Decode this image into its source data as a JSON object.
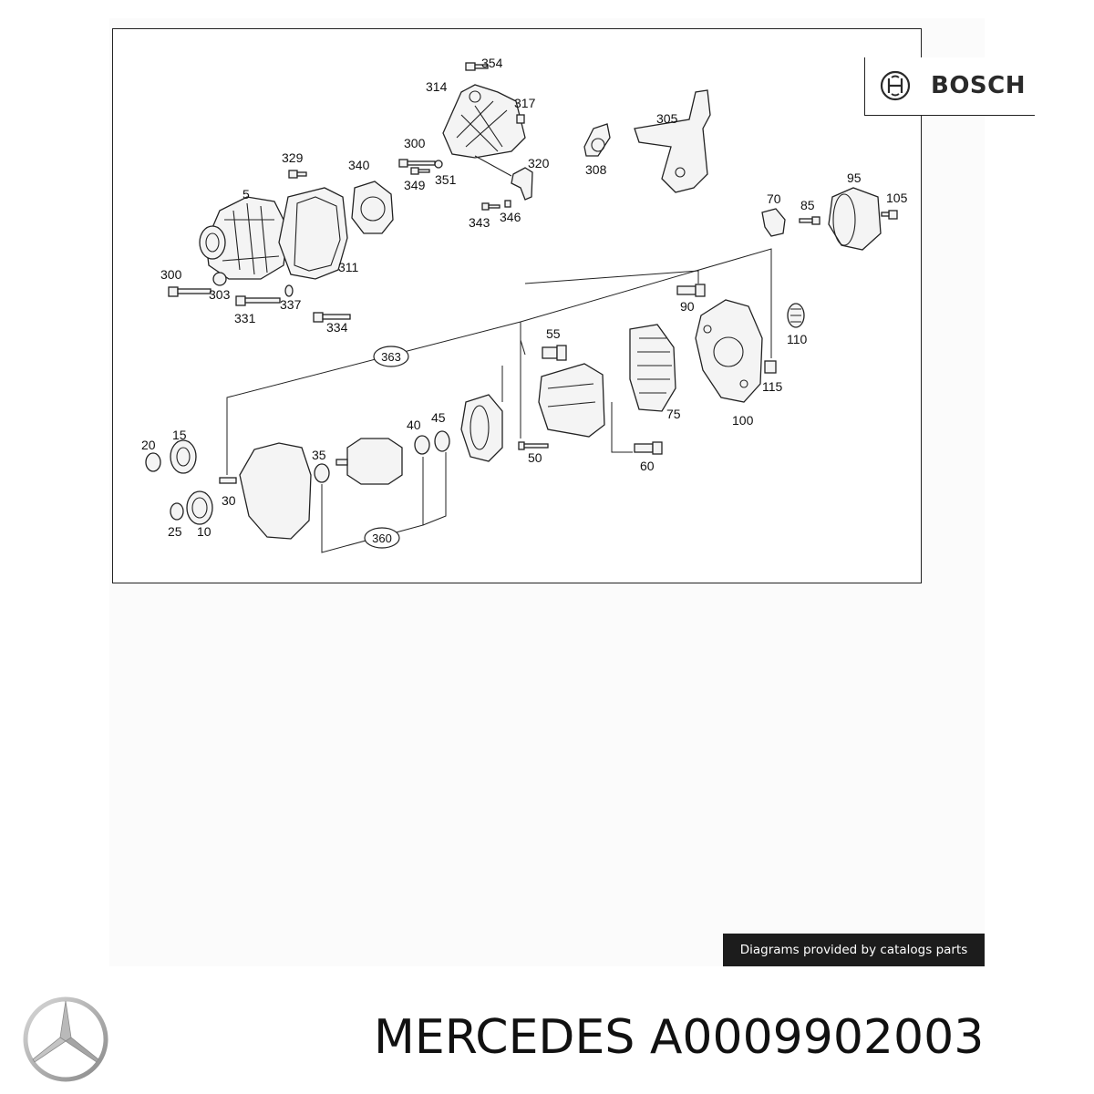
{
  "diagram": {
    "brand": "BOSCH",
    "callouts": {
      "354": "354",
      "314": "314",
      "317": "317",
      "300a": "300",
      "320": "320",
      "349": "349",
      "351": "351",
      "343": "343",
      "346": "346",
      "329": "329",
      "340": "340",
      "5": "5",
      "311": "311",
      "300b": "300",
      "303": "303",
      "337": "337",
      "331": "331",
      "334": "334",
      "308": "308",
      "305": "305",
      "95": "95",
      "70": "70",
      "85": "85",
      "105": "105",
      "90": "90",
      "110": "110",
      "115": "115",
      "100": "100",
      "55": "55",
      "75": "75",
      "60": "60",
      "50": "50",
      "20": "20",
      "15": "15",
      "35": "35",
      "40": "40",
      "45": "45",
      "30": "30",
      "25": "25",
      "10": "10"
    },
    "group_labels": {
      "g363": "363",
      "g360": "360"
    }
  },
  "credit": "Diagrams provided by catalogs parts",
  "title": "MERCEDES A0009902003",
  "icons": {
    "bosch": "bosch-logo-icon",
    "mercedes": "mercedes-star-icon"
  }
}
